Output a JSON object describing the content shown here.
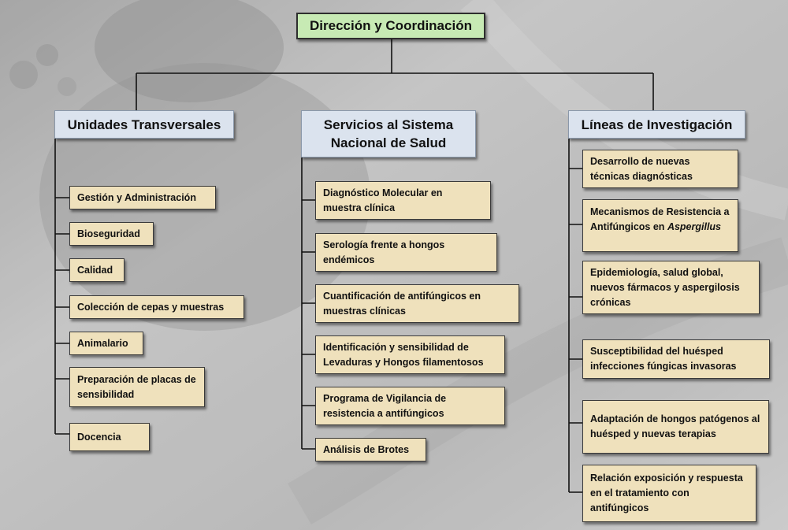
{
  "title": "Dirección y Coordinación",
  "sections": {
    "left": {
      "heading": "Unidades Transversales",
      "items": [
        "Gestión y Administración",
        "Bioseguridad",
        "Calidad",
        "Colección de cepas y muestras",
        "Animalario",
        "Preparación de placas de sensibilidad",
        "Docencia"
      ]
    },
    "center": {
      "heading": "Servicios al Sistema Nacional de Salud",
      "items": [
        "Diagnóstico Molecular en muestra clínica",
        "Serología frente a hongos endémicos",
        "Cuantificación de antifúngicos en muestras clínicas",
        "Identificación y sensibilidad de Levaduras y Hongos filamentosos",
        "Programa de Vigilancia de resistencia a antifúngicos",
        "Análisis de Brotes"
      ]
    },
    "right": {
      "heading": "Líneas de Investigación",
      "items": [
        "Desarrollo de nuevas técnicas diagnósticas",
        "Mecanismos de Resistencia a Antifúngicos en",
        "Epidemiología, salud global, nuevos fármacos  y aspergilosis crónicas",
        "Susceptibilidad del huésped infecciones fúngicas invasoras",
        "Adaptación de hongos patógenos al huésped y nuevas terapias",
        "Relación exposición y respuesta en el tratamiento con antifúngicos"
      ],
      "italic_term": "Aspergillus"
    }
  },
  "colors": {
    "root_fill": "#c7eab4",
    "heading_fill": "#dbe3ee",
    "item_fill": "#efe1bc",
    "connector": "#111111",
    "background": "#a8a8a8"
  }
}
